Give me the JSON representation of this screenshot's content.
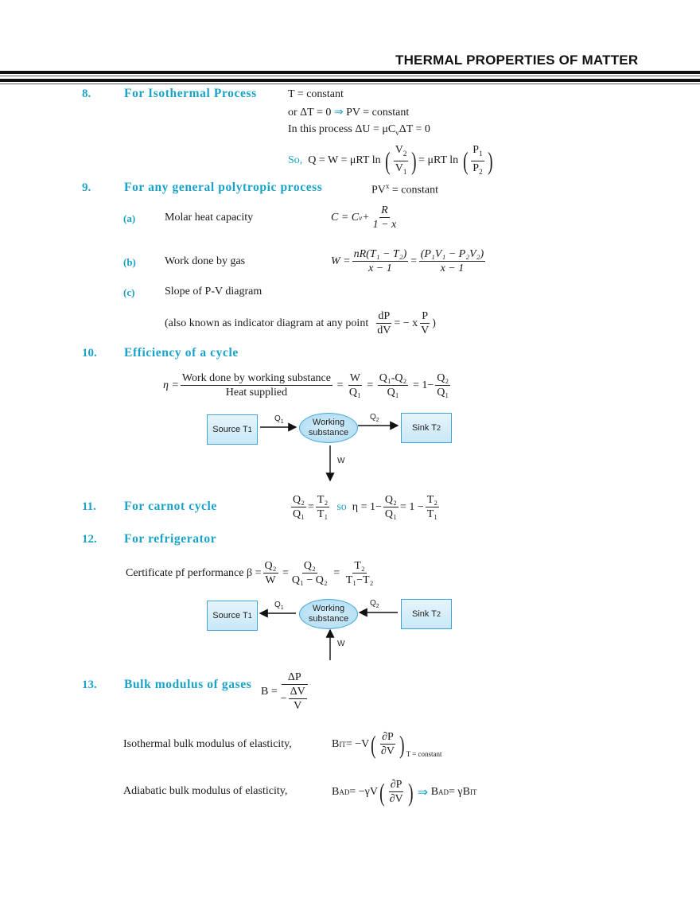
{
  "header": {
    "title": "THERMAL PROPERTIES OF MATTER"
  },
  "sections": [
    {
      "number": "8.",
      "title": "For Isothermal Process",
      "lines": [
        "T = constant",
        "or ΔT = 0",
        "⇒",
        "PV = constant",
        "In this process ΔU = μC",
        "v",
        "ΔT = 0"
      ],
      "so_label": "So,",
      "q_eq": "Q = W = μRT ln",
      "v_num": "V",
      "v_num_sub": "2",
      "v_den": "V",
      "v_den_sub": "1",
      "eq2": "= μRT ln",
      "p_num": "P",
      "p_num_sub": "1",
      "p_den": "P",
      "p_den_sub": "2"
    },
    {
      "number": "9.",
      "title": "For any general polytropic process",
      "headline_formula": "PV",
      "headline_sup": "x",
      "headline_rest": " = constant",
      "items": [
        {
          "label": "(a)",
          "text": "Molar heat capacity",
          "lhs": "C = C",
          "lhs_sub": "v",
          "plus": " +",
          "num": "R",
          "den": "1 − x"
        },
        {
          "label": "(b)",
          "text": "Work done by gas",
          "lhs": "W =",
          "num1": "nR(T₁ − T₂)",
          "den1": "x − 1",
          "eq": "=",
          "num2": "(P₁V₁ − P₂V₂)",
          "den2": "x − 1"
        },
        {
          "label": "(c)",
          "text": "Slope of P-V diagram",
          "note": "(also known as indicator diagram at any point",
          "num1": "dP",
          "den1": "dV",
          "eq": "= − x",
          "num2": "P",
          "den2": "V",
          "close": ")"
        }
      ]
    },
    {
      "number": "10.",
      "title": "Efficiency of a cycle",
      "eta": "η =",
      "num1": "Work done by working substance",
      "den1": "Heat supplied",
      "num2": "W",
      "den2": "Q₁",
      "num3": "Q₁-Q₂",
      "den3": "Q₁",
      "one_minus": "= 1−",
      "num4": "Q₂",
      "den4": "Q₁",
      "diagram": {
        "source": "Source T",
        "source_sub": "1",
        "working_1": "Working",
        "working_2": "substance",
        "sink": "Sink T",
        "sink_sub": "2",
        "q1": "Q",
        "q1_sub": "1",
        "q2": "Q",
        "q2_sub": "2",
        "w": "W"
      }
    },
    {
      "number": "11.",
      "title": "For carnot cycle",
      "n1": "Q₂",
      "d1": "Q₁",
      "n2": "T₂",
      "d2": "T₁",
      "so": "so",
      "eta": "η = 1−",
      "n3": "Q₂",
      "d3": "Q₁",
      "eq": "= 1 −",
      "n4": "T₂",
      "d4": "T₁"
    },
    {
      "number": "12.",
      "title": "For refrigerator",
      "text": "Certificate pf performance β =",
      "n1": "Q₂",
      "d1": "W",
      "n2": "Q₂",
      "d2": "Q₁ − Q₂",
      "n3": "T₂",
      "d3": "T₁−T₂",
      "diagram": {
        "source": "Source T",
        "source_sub": "1",
        "working_1": "Working",
        "working_2": "substance",
        "sink": "Sink T",
        "sink_sub": "2",
        "q1": "Q",
        "q1_sub": "1",
        "q2": "Q",
        "q2_sub": "2",
        "w": "W"
      }
    },
    {
      "number": "13.",
      "title": "Bulk modulus of gases",
      "b_eq": "B =",
      "b_num": "ΔP",
      "b_den_minus": "−",
      "b_den_num": "ΔV",
      "b_den_den": "V",
      "iso_label": "Isothermal bulk modulus of elasticity,",
      "iso_lhs": "B",
      "iso_lhs_sub": "IT",
      "iso_eq": " = −V",
      "iso_num": "∂P",
      "iso_den": "∂V",
      "iso_cond": "T = constant",
      "adi_label": "Adiabatic bulk modulus of elasticity,",
      "adi_lhs": "B",
      "adi_lhs_sub": "AD",
      "adi_eq": " = −γV",
      "adi_num": "∂P",
      "adi_den": "∂V",
      "implies": "⇒",
      "adi_rhs": "B",
      "adi_rhs_sub": "AD",
      "adi_rhs2": " = γB",
      "adi_rhs2_sub": "IT"
    }
  ],
  "colors": {
    "accent": "#1aa3c8",
    "diagram_border": "#41a6d6",
    "diagram_fill": "#c8e8f7",
    "text": "#1a1a1a"
  }
}
